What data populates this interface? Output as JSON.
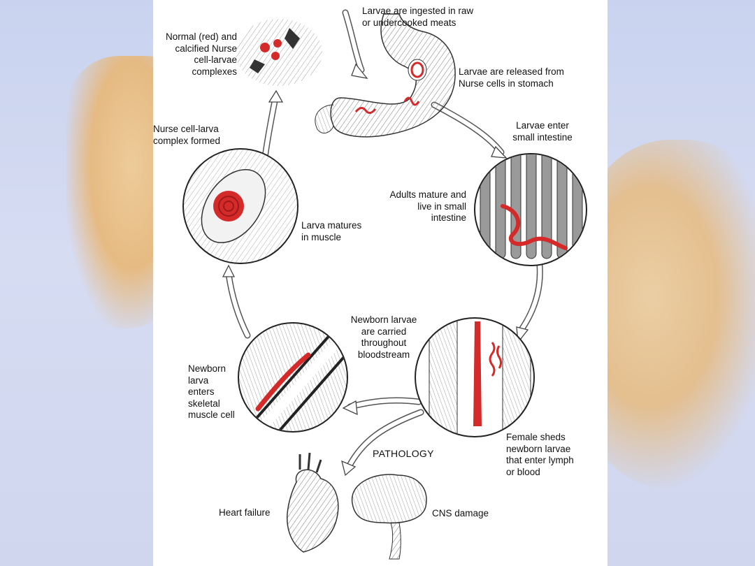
{
  "slide": {
    "accent_colors": {
      "larva_red": "#d42a2a",
      "tissue_grey": "#8a8a8a"
    }
  },
  "labels": {
    "ingested": [
      "Larvae are ingested in raw",
      "or undercooked meats"
    ],
    "released": [
      "Larvae are released from",
      "Nurse cells in stomach"
    ],
    "enter_si": [
      "Larvae enter",
      "small intestine"
    ],
    "adults": [
      "Adults mature and",
      "live in small",
      "intestine"
    ],
    "female": [
      "Female sheds",
      "newborn larvae",
      "that enter lymph",
      "or blood"
    ],
    "carried": [
      "Newborn larvae",
      "are carried",
      "throughout",
      "bloodstream"
    ],
    "enters_muscle": [
      "Newborn",
      "larva",
      "enters",
      "skeletal",
      "muscle cell"
    ],
    "matures": [
      "Larva matures",
      "in muscle"
    ],
    "complex_formed": [
      "Nurse cell-larva",
      "complex formed"
    ],
    "normal_calcified": [
      "Normal (red) and",
      "calcified Nurse",
      "cell-larvae",
      "complexes"
    ],
    "pathology": "PATHOLOGY",
    "heart": "Heart failure",
    "cns": "CNS damage"
  },
  "icons": [
    "stomach-illustration",
    "intestine-villi-illustration",
    "blood-vessel-illustration",
    "muscle-cell-illustration",
    "nurse-cell-illustration",
    "calcified-complex-illustration",
    "heart-illustration",
    "brain-illustration"
  ]
}
